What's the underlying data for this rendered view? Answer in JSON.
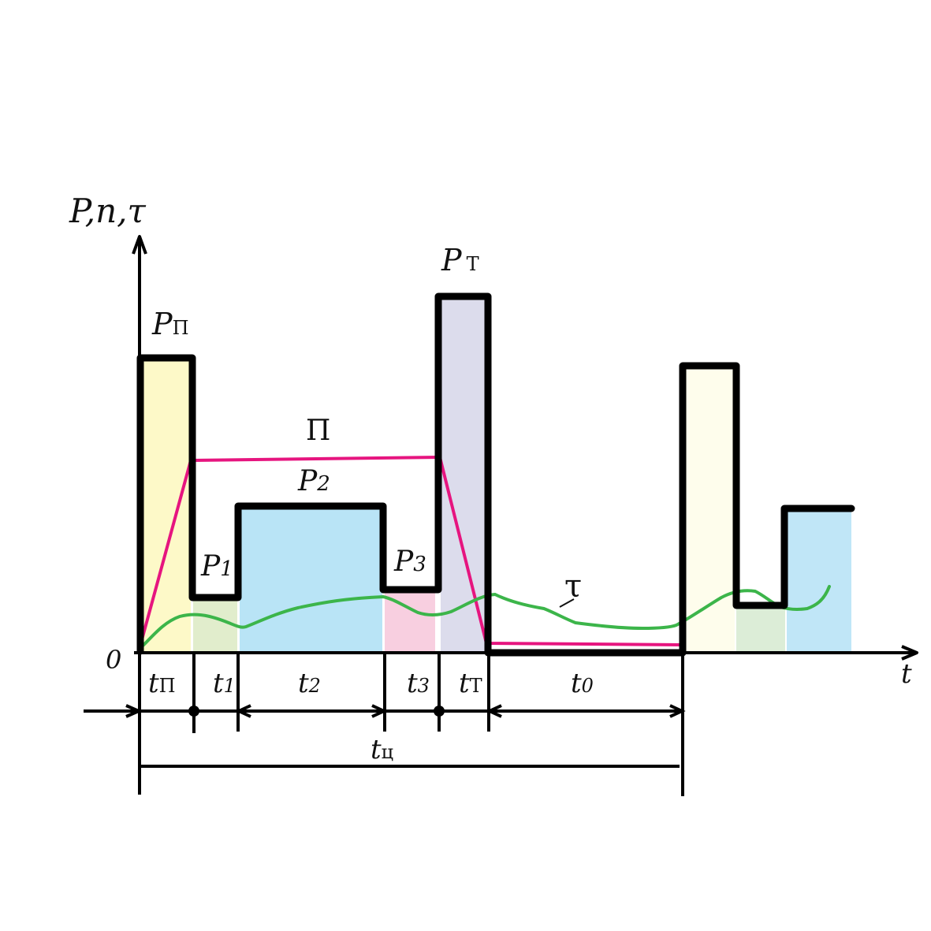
{
  "axes": {
    "y_label": "P,n,τ",
    "x_label": "t",
    "origin_label": "0"
  },
  "power_labels": {
    "p_start_main": "P",
    "p_start_sub": "П",
    "p1_main": "P",
    "p1_sub": "1",
    "p2_main": "P",
    "p2_sub": "2",
    "p3_main": "P",
    "p3_sub": "3",
    "p_brake_main": "P",
    "p_brake_sub": "Т"
  },
  "curve_labels": {
    "speed": "П",
    "temperature": "τ"
  },
  "interval_labels": {
    "t_start_main": "t",
    "t_start_sub": "П",
    "t1_main": "t",
    "t1_sub": "1",
    "t2_main": "t",
    "t2_sub": "2",
    "t3_main": "t",
    "t3_sub": "3",
    "t_brake_main": "t",
    "t_brake_sub": "Т",
    "t0_main": "t",
    "t0_sub": "0",
    "t_cycle_main": "t",
    "t_cycle_sub": "ц"
  },
  "colors": {
    "power_line": "#000000",
    "speed_line": "#e6157f",
    "temperature_line": "#3cb54a",
    "fill_start": "#fdf9c8",
    "fill_p1": "#e1edcc",
    "fill_p2": "#b9e4f6",
    "fill_p3": "#f8cfe0",
    "fill_brake": "#dcdcec",
    "fill_start_repeat": "#fefdec",
    "fill_p1_repeat": "#dcedd7",
    "fill_p2_repeat": "#c0e6f7"
  }
}
